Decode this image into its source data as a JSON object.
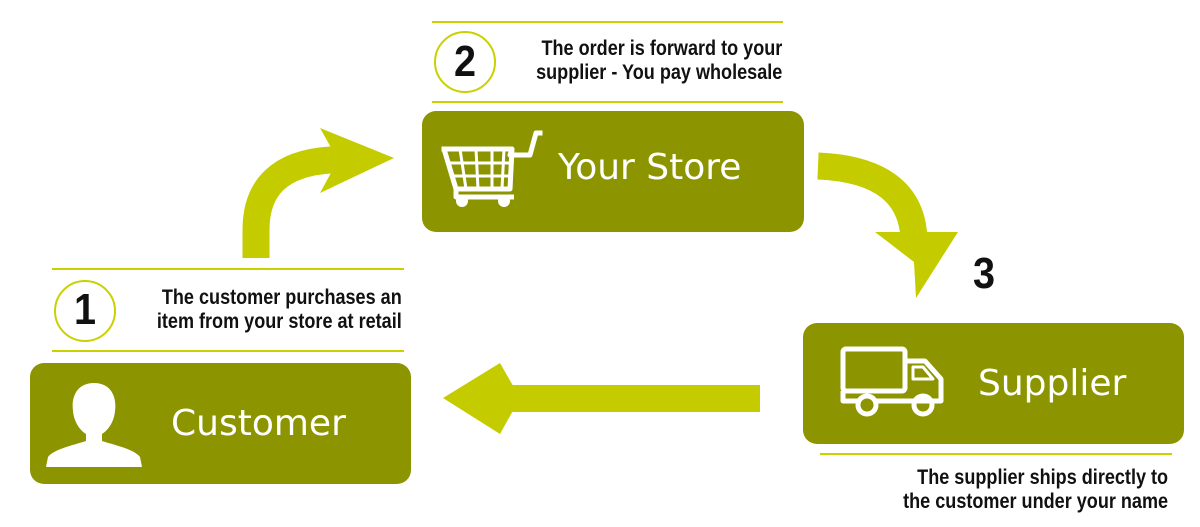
{
  "colors": {
    "box": "#8c9500",
    "arrow": "#c4cc00",
    "rule": "#c9d100",
    "text": "#111111",
    "label": "#ffffff"
  },
  "store": {
    "label": "Your Store",
    "icon": "shopping-cart-icon"
  },
  "customer": {
    "label": "Customer",
    "icon": "person-icon"
  },
  "supplier": {
    "label": "Supplier",
    "icon": "delivery-truck-icon"
  },
  "steps": [
    {
      "number": "1",
      "line1": "The customer purchases an",
      "line2": "item from your store at retail"
    },
    {
      "number": "2",
      "line1": "The order is forward to your",
      "line2": "supplier - You pay wholesale"
    },
    {
      "number": "3",
      "line1": "The supplier ships directly to",
      "line2": "the customer under your name"
    }
  ]
}
